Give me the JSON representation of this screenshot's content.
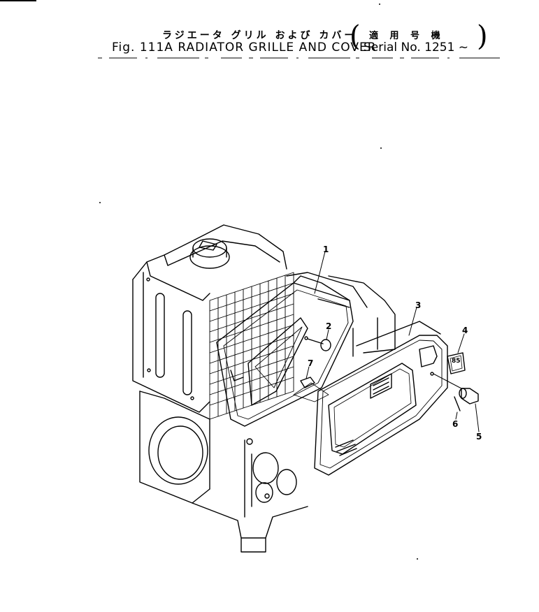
{
  "title": {
    "jp": "ラジエータ グリル および カバー",
    "en": "Fig. 111A RADIATOR GRILLE AND COVER"
  },
  "serial": {
    "jp": "適 用 号 機",
    "en": "Serial No. 1251 ~",
    "open_paren": "(",
    "close_paren": ")"
  },
  "callouts": [
    "1",
    "2",
    "3",
    "4",
    "5",
    "6",
    "7"
  ],
  "plate_text": "85"
}
